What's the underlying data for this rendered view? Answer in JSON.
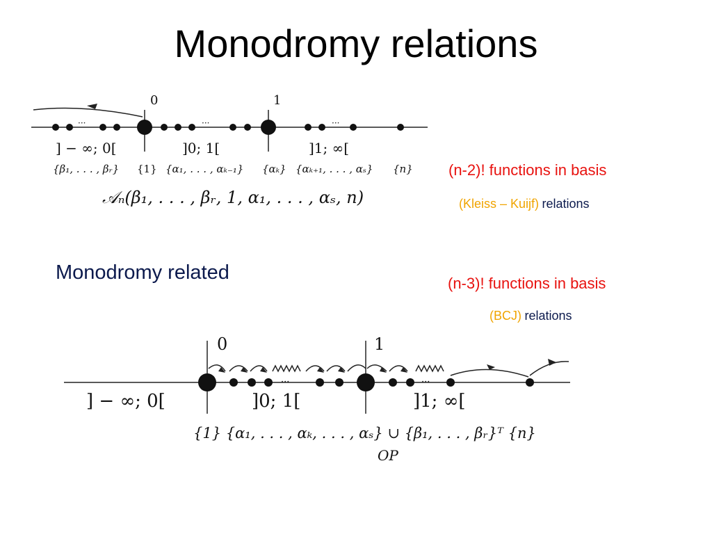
{
  "title": "Monodromy relations",
  "notes": {
    "kk_basis": "(n-2)! functions in basis",
    "kk_name": "(Kleiss – Kuijf)",
    "kk_relations": "relations",
    "bcj_basis": "(n-3)! functions in basis",
    "bcj_name": "(BCJ)",
    "bcj_relations": "relations",
    "monodromy_related": "Monodromy related"
  },
  "figure_top": {
    "tick_labels": [
      "0",
      "1"
    ],
    "interval_labels": [
      "] − ∞; 0[",
      "]0; 1[",
      "]1; ∞["
    ],
    "set_labels": [
      "{β₁, . . . , βᵣ}",
      "{1}",
      "{α₁, . . . , αₖ₋₁}",
      "{αₖ}",
      "{αₖ₊₁, . . . , αₛ}",
      "{n}"
    ],
    "amplitude": "𝒜ₙ(β₁, . . . , βᵣ, 1, α₁, . . . , αₛ, n)"
  },
  "figure_bottom": {
    "tick_labels": [
      "0",
      "1"
    ],
    "interval_labels": [
      "] − ∞; 0[",
      "]0; 1[",
      "]1; ∞["
    ],
    "set_label": "{1} {α₁, . . . , αₖ, . . . , αₛ} ∪ {β₁, . . . , βᵣ}ᵀ {n}",
    "subscript": "OP"
  }
}
